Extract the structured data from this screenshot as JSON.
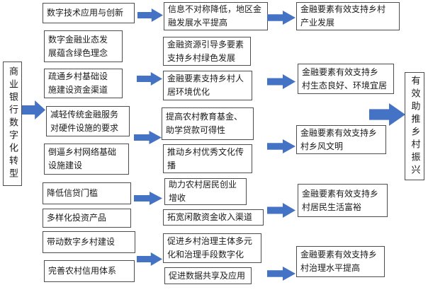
{
  "diagram": {
    "source": {
      "label": "商业银行数字化转型"
    },
    "sink": {
      "label": "有效助推乡村振兴"
    },
    "drivers": [
      {
        "label": "数字技术应用与创新"
      },
      {
        "label": "数字金融业态发\n展蕴含绿色理念"
      },
      {
        "label": "疏通乡村基础设\n施建设资金渠道"
      },
      {
        "label": "减轻传统金融服务\n对硬件设施的要求"
      },
      {
        "label": "倒逼乡村网络基础\n设施建设"
      },
      {
        "label": "降低信贷门槛"
      },
      {
        "label": "多样化投资产品"
      },
      {
        "label": "带动数字乡村建设"
      },
      {
        "label": "完善农村信用体系"
      }
    ],
    "effects": [
      {
        "label": "信息不对称降低，地区金\n融发展水平提高"
      },
      {
        "label": "金融资源引导多要素\n支持乡村绿色发展"
      },
      {
        "label": "金融要素支持乡村人\n居环境优化"
      },
      {
        "label": "提高农村教育基金、\n助学贷款可得性"
      },
      {
        "label": "推动乡村优秀文化传\n播"
      },
      {
        "label": "助力农村居民创业\n增收"
      },
      {
        "label": "拓宽闲散资金收入渠道"
      },
      {
        "label": "促进乡村治理主体多元\n化和治理手段数字化"
      },
      {
        "label": "促进数据共享及应用"
      }
    ],
    "outcomes": [
      {
        "label": "金融要素有效支持乡村\n产业发展"
      },
      {
        "label": "金融要素有效支持乡\n村生态良好、环境宜居"
      },
      {
        "label": "金融要素有效支持乡\n村乡风文明"
      },
      {
        "label": "金融要素有效支持乡\n村居民生活富裕"
      },
      {
        "label": "金融要素有效支持乡\n村治理水平提高"
      }
    ]
  },
  "icons": {
    "flow_arrow": "right-block-arrow"
  },
  "colors": {
    "arrow_blue": "#4472C4",
    "box_border": "#4d4d4d",
    "background": "#ffffff",
    "text": "#1a1a1a"
  }
}
